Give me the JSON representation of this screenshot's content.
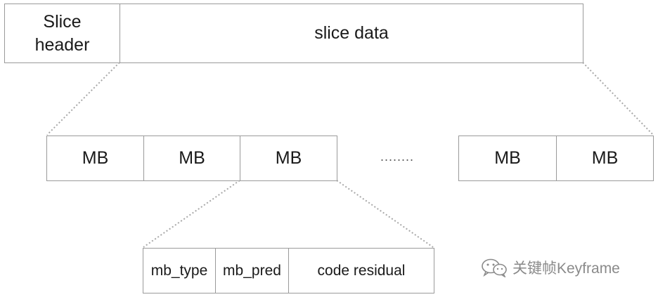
{
  "slice": {
    "header_label": "Slice\nheader",
    "data_label": "slice data"
  },
  "macroblocks": {
    "labels": [
      "MB",
      "MB",
      "MB",
      "MB",
      "MB"
    ],
    "ellipsis": "........"
  },
  "mb_fields": {
    "type_label": "mb_type",
    "pred_label": "mb_pred",
    "residual_label": "code residual"
  },
  "watermark": {
    "text": "关键帧Keyframe",
    "icon": "wechat-icon"
  },
  "colors": {
    "border": "#9a9a9a",
    "connector": "#a8a8a8",
    "text": "#1a1a1a",
    "watermark": "#8a8a8a"
  }
}
